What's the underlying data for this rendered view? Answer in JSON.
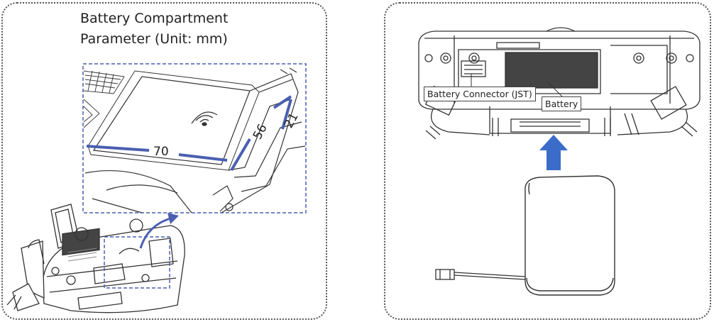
{
  "left_panel": {
    "title_line1": "Battery Compartment",
    "title_line2": "Parameter (Unit: mm)",
    "dimensions": {
      "width": "70",
      "depth": "56",
      "height": "21"
    }
  },
  "right_panel": {
    "labels": {
      "connector": "Battery Connector (JST)",
      "battery": "Battery"
    }
  },
  "colors": {
    "accent_blue": "#4a5fb0",
    "arrow_blue": "#3b6cc9",
    "line": "#333333"
  }
}
